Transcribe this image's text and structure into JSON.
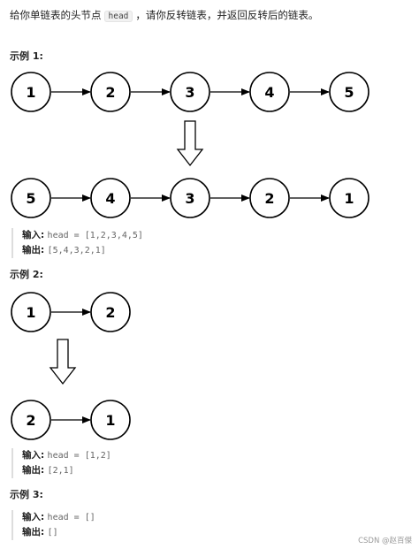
{
  "intro": {
    "text_before": "给你单链表的头节点",
    "code": "head",
    "text_after": "，请你反转链表，并返回反转后的链表。"
  },
  "examples": [
    {
      "heading": "示例 1:",
      "before": [
        "1",
        "2",
        "3",
        "4",
        "5"
      ],
      "after": [
        "5",
        "4",
        "3",
        "2",
        "1"
      ],
      "input_label": "输入:",
      "input_value": "head = [1,2,3,4,5]",
      "output_label": "输出:",
      "output_value": "[5,4,3,2,1]"
    },
    {
      "heading": "示例 2:",
      "before": [
        "1",
        "2"
      ],
      "after": [
        "2",
        "1"
      ],
      "input_label": "输入:",
      "input_value": "head = [1,2]",
      "output_label": "输出:",
      "output_value": "[2,1]"
    },
    {
      "heading": "示例 3:",
      "input_label": "输入:",
      "input_value": "head = []",
      "output_label": "输出:",
      "output_value": "[]"
    }
  ],
  "watermark": "CSDN @赵百傑",
  "colors": {
    "text": "#222222",
    "stroke": "#000000",
    "code_bg": "#f2f2f2",
    "quote_border": "#dddddd"
  }
}
